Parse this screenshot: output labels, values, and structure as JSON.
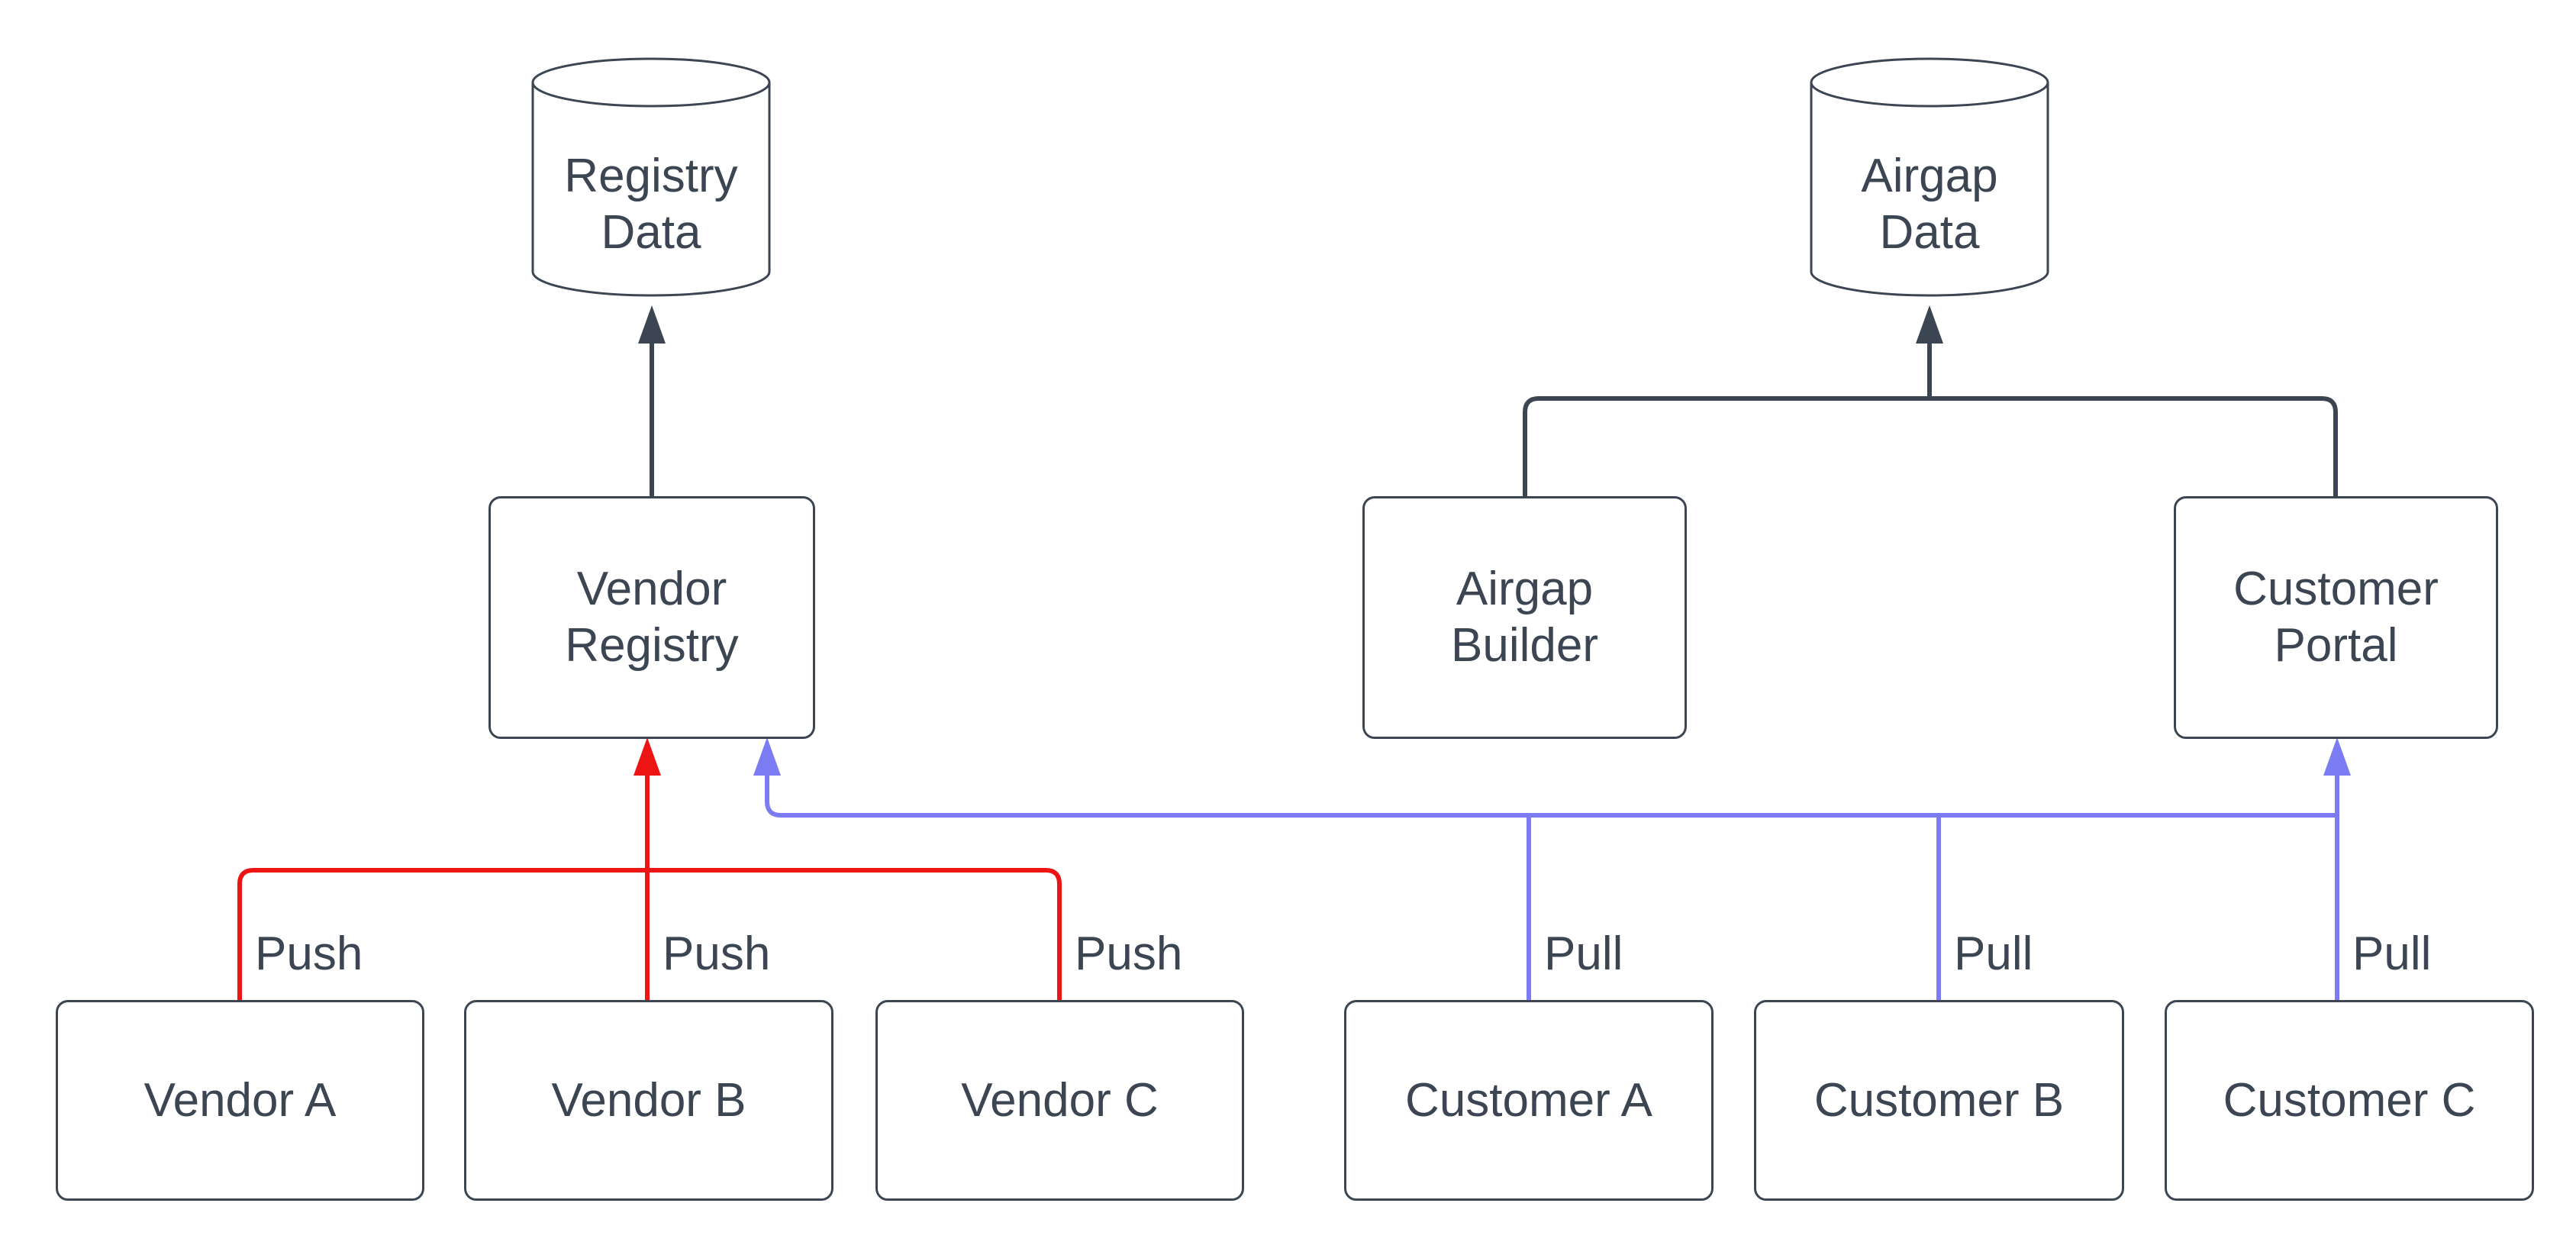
{
  "colors": {
    "dark": "#3c4552",
    "push": "#ed1414",
    "pull": "#7b7bf3",
    "node_fill": "#ffffff",
    "background": "#ffffff"
  },
  "nodes": {
    "registry_data": {
      "line1": "Registry",
      "line2": "Data"
    },
    "airgap_data": {
      "line1": "Airgap",
      "line2": "Data"
    },
    "vendor_registry": {
      "line1": "Vendor",
      "line2": "Registry"
    },
    "airgap_builder": {
      "line1": "Airgap",
      "line2": "Builder"
    },
    "customer_portal": {
      "line1": "Customer",
      "line2": "Portal"
    },
    "vendor_a": {
      "label": "Vendor A"
    },
    "vendor_b": {
      "label": "Vendor B"
    },
    "vendor_c": {
      "label": "Vendor C"
    },
    "customer_a": {
      "label": "Customer A"
    },
    "customer_b": {
      "label": "Customer B"
    },
    "customer_c": {
      "label": "Customer C"
    }
  },
  "edge_labels": {
    "push_a": "Push",
    "push_b": "Push",
    "push_c": "Push",
    "pull_a": "Pull",
    "pull_b": "Pull",
    "pull_c": "Pull"
  }
}
